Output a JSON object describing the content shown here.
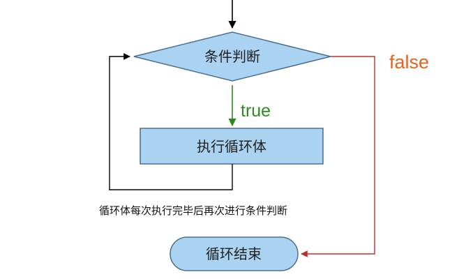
{
  "diagram": {
    "condition_label": "条件判断",
    "true_label": "true",
    "false_label": "false",
    "body_label": "执行循环体",
    "loop_note": "循环体每次执行完毕后再次进行条件判断",
    "end_label": "循环结束"
  },
  "colors": {
    "box_fill": "#a9d3f0",
    "box_stroke": "#4a6f8f",
    "true_arrow": "#2e8a1e",
    "false_arrow": "#c0302a",
    "false_text": "#e0651e",
    "flow_line": "#000000"
  }
}
